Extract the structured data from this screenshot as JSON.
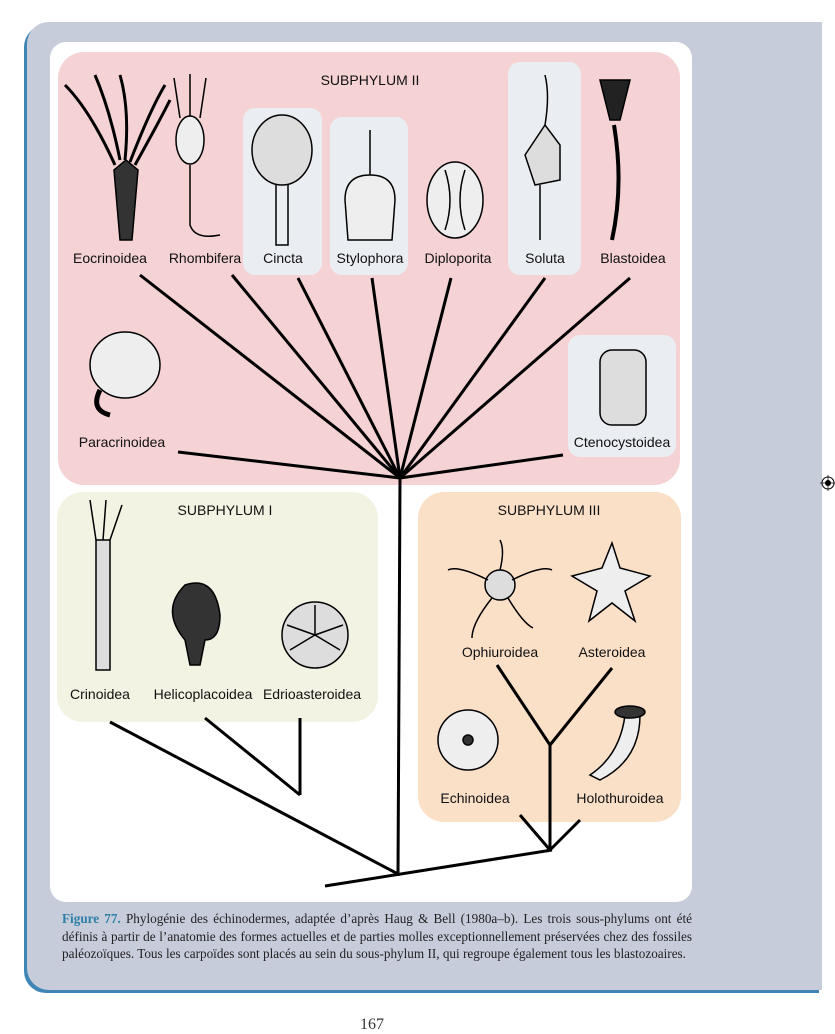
{
  "figure": {
    "subphylum_ii": {
      "title": "SUBPHYLUM II",
      "taxa": [
        "Eocrinoidea",
        "Rhombifera",
        "Cincta",
        "Stylophora",
        "Diploporita",
        "Soluta",
        "Blastoidea",
        "Paracrinoidea",
        "Ctenocystoidea"
      ]
    },
    "subphylum_i": {
      "title": "SUBPHYLUM I",
      "taxa": [
        "Crinoidea",
        "Helicoplacoidea",
        "Edrioasteroidea"
      ]
    },
    "subphylum_iii": {
      "title": "SUBPHYLUM III",
      "taxa": [
        "Ophiuroidea",
        "Asteroidea",
        "Echinoidea",
        "Holothuroidea"
      ]
    }
  },
  "caption": {
    "label": "Figure 77.",
    "text": " Phylogénie des échinodermes, adaptée d’après Haug & Bell (1980a–b). Les trois sous-phylums ont été définis à partir de l’anatomie des formes actuelles et de parties molles exceptionnellement préservées chez des fossiles paléozoïques. Tous les carpoïdes sont placés au sein du sous-phylum II, qui regroupe également tous les blastozoaires."
  },
  "page_number": "167",
  "colors": {
    "subphylum_ii": "#f5d2d3",
    "subphylum_i": "#f3f3e4",
    "subphylum_iii": "#fbe0c8",
    "panel": "#c7ccdb",
    "caption_label": "#2e7fa6"
  }
}
